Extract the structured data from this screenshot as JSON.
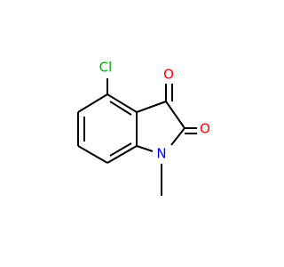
{
  "atoms": {
    "chlorine": {
      "label": "Cl",
      "color": "#00b000"
    },
    "oxygen_top": {
      "label": "O",
      "color": "#ff0000"
    },
    "oxygen_right": {
      "label": "O",
      "color": "#ff0000"
    },
    "nitrogen": {
      "label": "N",
      "color": "#0000ff"
    }
  }
}
